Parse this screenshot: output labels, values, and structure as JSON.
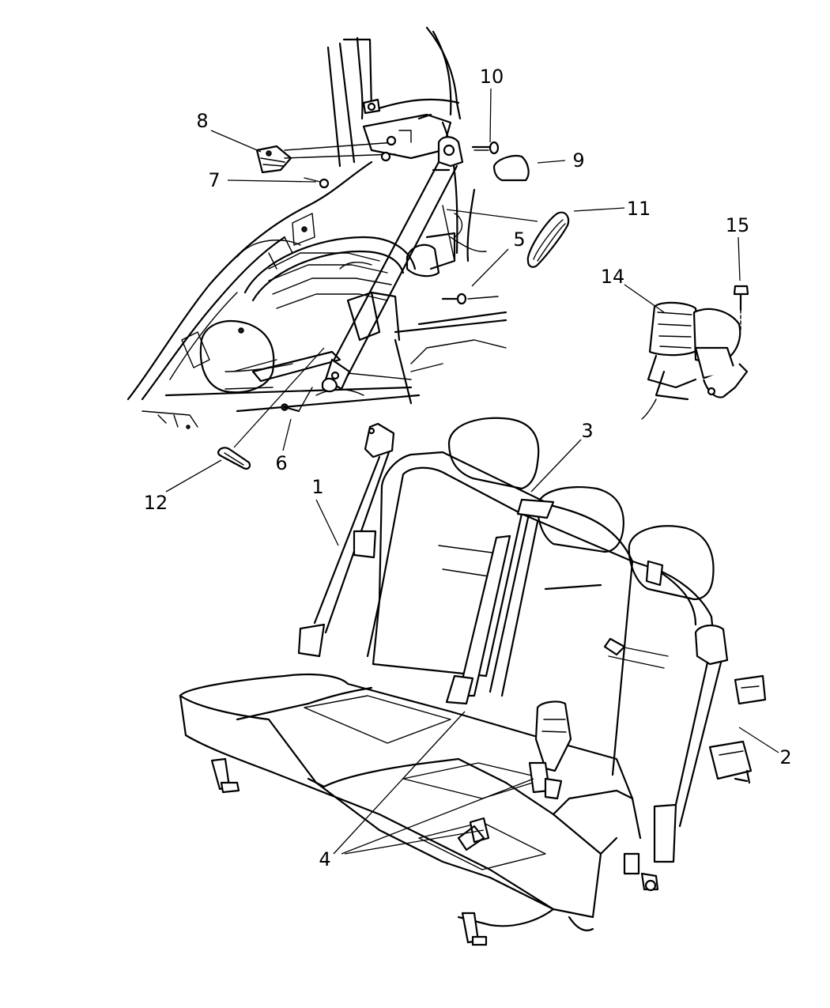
{
  "diagram": {
    "callouts": [
      {
        "id": "c1",
        "label": "1"
      },
      {
        "id": "c2",
        "label": "2"
      },
      {
        "id": "c3",
        "label": "3"
      },
      {
        "id": "c4",
        "label": "4"
      },
      {
        "id": "c5",
        "label": "5"
      },
      {
        "id": "c6",
        "label": "6"
      },
      {
        "id": "c7",
        "label": "7"
      },
      {
        "id": "c8",
        "label": "8"
      },
      {
        "id": "c9",
        "label": "9"
      },
      {
        "id": "c10",
        "label": "10"
      },
      {
        "id": "c11",
        "label": "11"
      },
      {
        "id": "c12",
        "label": "12"
      },
      {
        "id": "c14",
        "label": "14"
      },
      {
        "id": "c15",
        "label": "15"
      }
    ]
  }
}
